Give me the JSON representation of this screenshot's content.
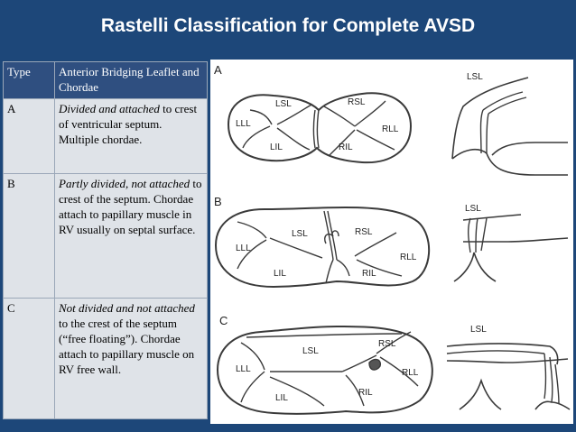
{
  "title": "Rastelli Classification for Complete AVSD",
  "table": {
    "headers": [
      "Type",
      "Anterior Bridging Leaflet and Chordae"
    ],
    "rows": [
      {
        "type": "A",
        "italic": "Divided and attached",
        "rest": " to crest of ventricular septum. Multiple chordae."
      },
      {
        "type": "B",
        "italic": "Partly divided, not attached",
        "rest": " to crest of the septum. Chordae attach to papillary muscle in RV usually on septal surface."
      },
      {
        "type": "C",
        "italic": "Not divided and not attached",
        "rest": " to the crest of the septum (“free floating”). Chordae attach to papillary muscle on RV free wall."
      }
    ]
  },
  "figure": {
    "panels": [
      {
        "label": "A",
        "leaflets": [
          "LSL",
          "RSL",
          "LLL",
          "RLL",
          "LIL",
          "RIL"
        ],
        "side_label": "LSL"
      },
      {
        "label": "B",
        "leaflets": [
          "LSL",
          "RSL",
          "LLL",
          "RLL",
          "LIL",
          "RIL"
        ],
        "side_label": "LSL"
      },
      {
        "label": "C",
        "leaflets": [
          "LSL",
          "RSL",
          "LLL",
          "RLL",
          "LIL",
          "RIL"
        ],
        "side_label": "LSL"
      }
    ]
  }
}
